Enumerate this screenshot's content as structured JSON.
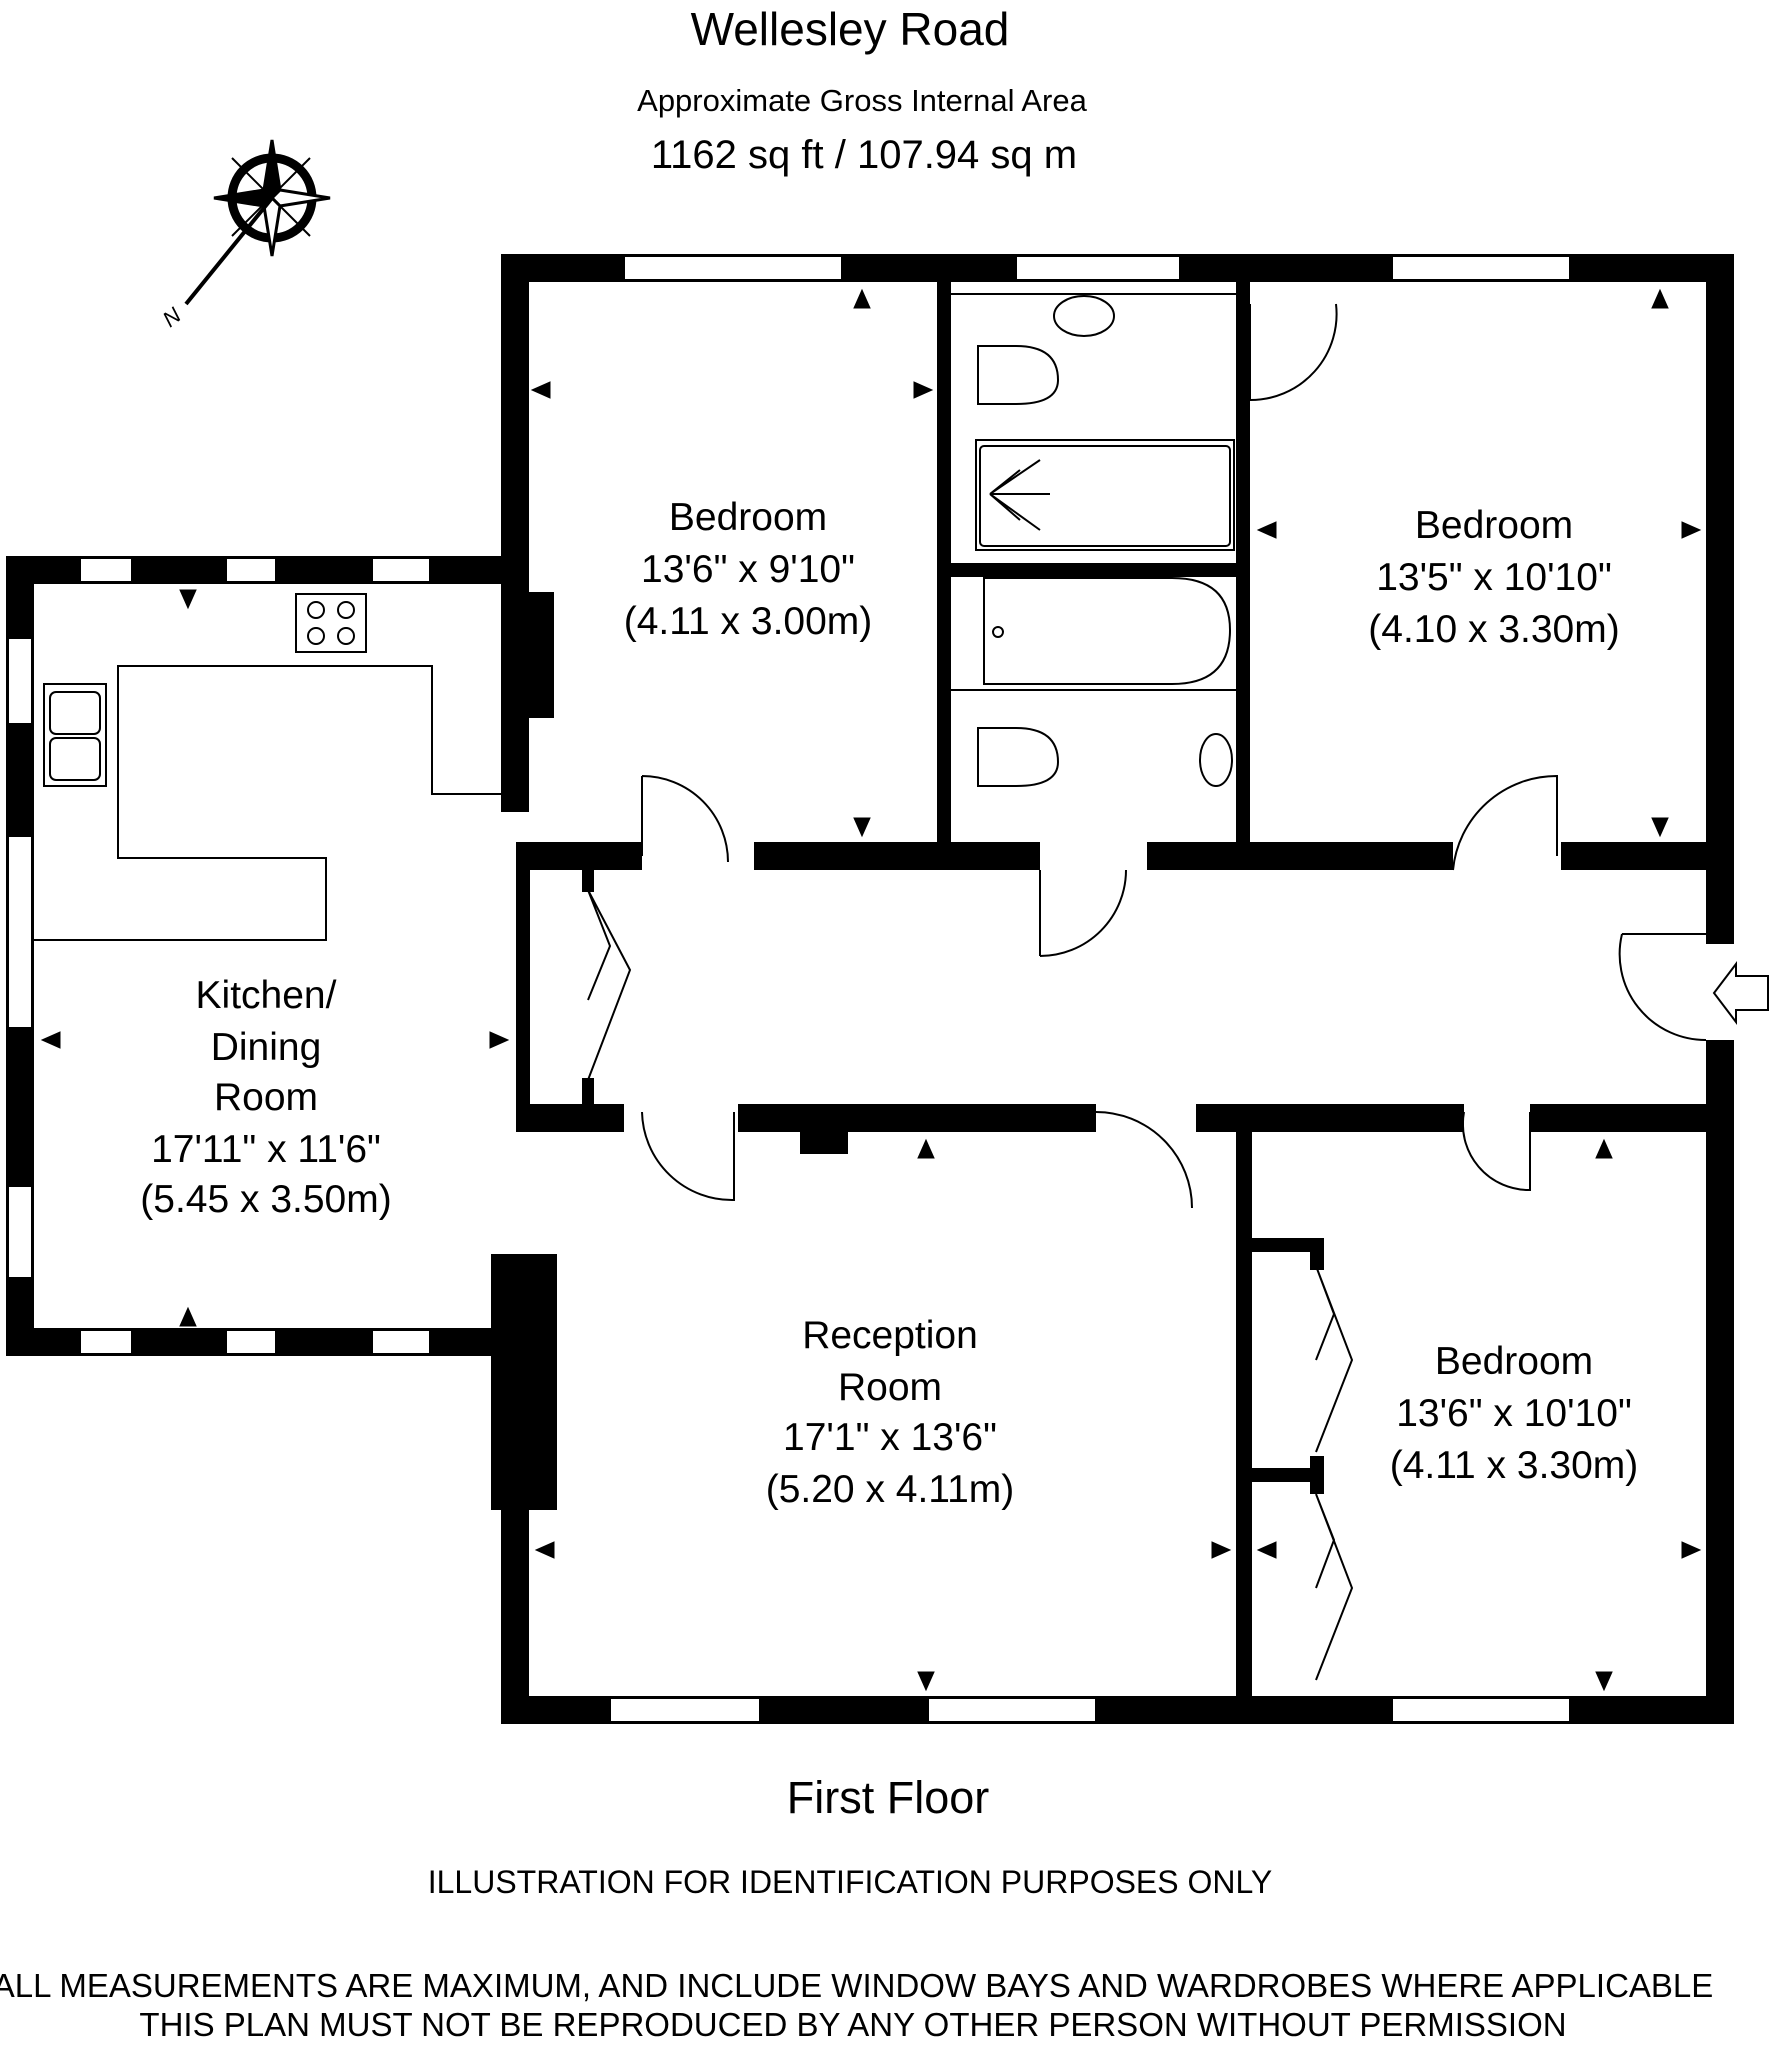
{
  "header": {
    "title": "Wellesley Road",
    "area_label": "Approximate Gross Internal Area",
    "area_value": "1162 sq ft  /  107.94 sq m"
  },
  "compass": {
    "icon": "compass-north-icon",
    "letter": "N"
  },
  "rooms": [
    {
      "name": "Bedroom",
      "size_imperial": "13'6\" x 9'10\"",
      "size_metric": "(4.11 x 3.00m)"
    },
    {
      "name": "Bedroom",
      "size_imperial": "13'5\" x 10'10\"",
      "size_metric": "(4.10 x 3.30m)"
    },
    {
      "name_lines": [
        "Kitchen/",
        "Dining",
        "Room"
      ],
      "size_imperial": "17'11\" x 11'6\"",
      "size_metric": "(5.45 x 3.50m)"
    },
    {
      "name_lines": [
        "Reception",
        "Room"
      ],
      "size_imperial": "17'1\" x 13'6\"",
      "size_metric": "(5.20 x 4.11m)"
    },
    {
      "name": "Bedroom",
      "size_imperial": "13'6\" x 10'10\"",
      "size_metric": "(4.11 x 3.30m)"
    }
  ],
  "floor_label": "First Floor",
  "disclaimers": [
    "ILLUSTRATION FOR IDENTIFICATION PURPOSES ONLY",
    "ALL MEASUREMENTS ARE MAXIMUM, AND INCLUDE WINDOW BAYS AND WARDROBES WHERE APPLICABLE",
    "THIS PLAN MUST NOT BE REPRODUCED BY ANY OTHER PERSON WITHOUT PERMISSION"
  ],
  "colors": {
    "wall": "#000000",
    "line": "#000000",
    "background": "#ffffff"
  }
}
